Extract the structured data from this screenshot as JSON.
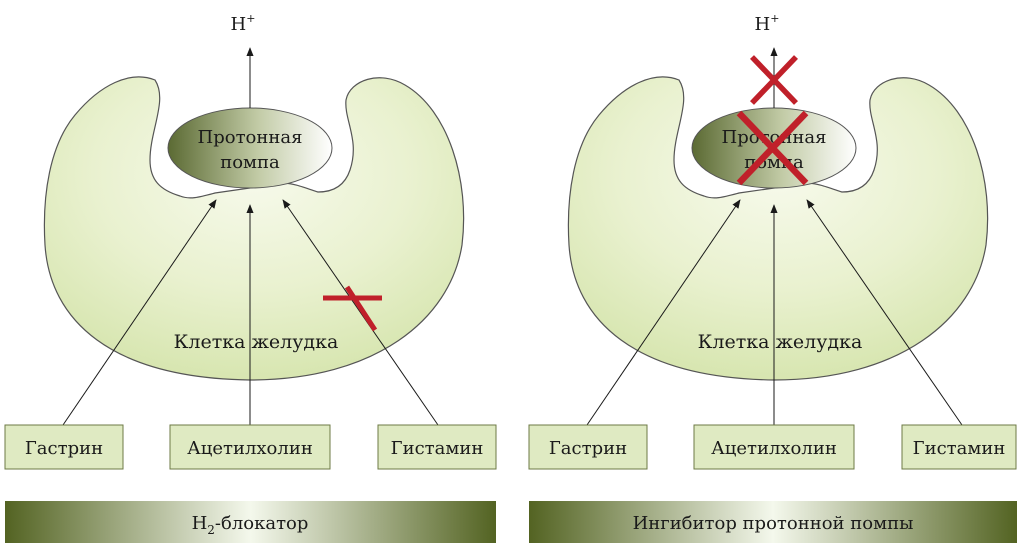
{
  "panels": [
    {
      "id": "left",
      "proton_label": "H",
      "proton_sup": "+",
      "pump_line1": "Протонная",
      "pump_line2": "помпа",
      "cell_label": "Клетка желудка",
      "stimuli": [
        "Гастрин",
        "Ацетилхолин",
        "Гистамин"
      ],
      "blocked": "histamine-pathway",
      "drug_main": "H",
      "drug_sub": "2",
      "drug_rest": "-блокатор"
    },
    {
      "id": "right",
      "proton_label": "H",
      "proton_sup": "+",
      "pump_line1": "Протонная",
      "pump_line2": "помпа",
      "cell_label": "Клетка желудка",
      "stimuli": [
        "Гастрин",
        "Ацетилхолин",
        "Гистамин"
      ],
      "blocked": "proton-pump",
      "drug_main": "Ингибитор протонной помпы"
    }
  ],
  "colors": {
    "cell_fill_light": "#f8fbee",
    "cell_fill": "#dce9b8",
    "cell_stroke": "#555555",
    "pump_dark": "#5f6e38",
    "pump_light": "#ffffff",
    "box_fill": "#dfeac2",
    "bar_dark": "#536322",
    "bar_light": "#f3f7ea",
    "cross": "#c0202a"
  }
}
